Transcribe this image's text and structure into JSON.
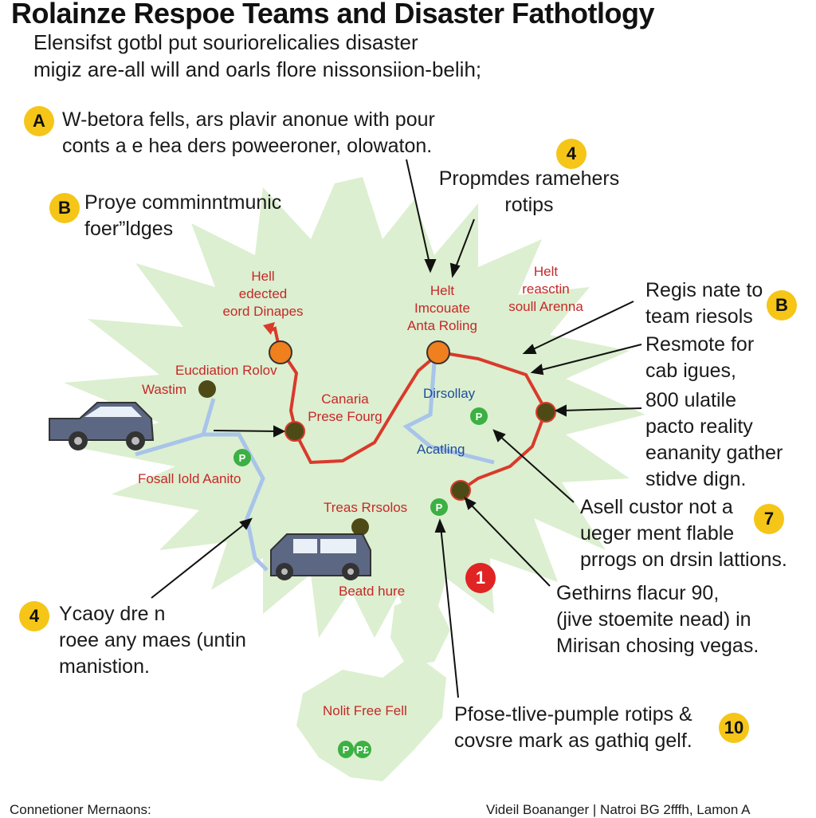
{
  "title": "Rolainze Respoe Teams and Disaster Fathotlogy",
  "subtitle": [
    "Elensifst gotbl put souriorelicalies disaster",
    "migiz are-all will and oarls flore nissonsiion-belih;"
  ],
  "callouts": {
    "a": {
      "badge": "A",
      "lines": [
        "W-betora fells, ars plavir anonue with pour",
        "conts a e hea ders poweeroner, olowaton."
      ]
    },
    "b_left": {
      "badge": "B",
      "lines": [
        "Proye comminntmunic",
        "foer”ldges"
      ]
    },
    "four_top": {
      "badge": "4",
      "lines": [
        "Propmdes ramehers",
        "rotips"
      ]
    },
    "b_right": {
      "badge": "B",
      "lines": [
        "Regis nate to",
        "team riesols"
      ]
    },
    "resmote": {
      "lines": [
        "Resmote for",
        "cab igues,"
      ]
    },
    "ulatile": {
      "lines": [
        "800 ulatile",
        "pacto reality",
        "eananity gather",
        "stidve dign."
      ]
    },
    "seven": {
      "badge": "7",
      "lines": [
        "Asell custor not a",
        "ueger ment flable",
        "prrogs on drsin lattions."
      ]
    },
    "one": {
      "badge": "1"
    },
    "gethirns": {
      "lines": [
        "Gethirns flacur 90,",
        "(jive stoemite nead) in",
        "Mirisan chosing vegas."
      ]
    },
    "four_left": {
      "badge": "4",
      "lines": [
        "Ycaoy dre n",
        "roee any maes (untin",
        "manistion."
      ]
    },
    "ten": {
      "badge": "10",
      "lines": [
        "Pfose-tlive-pumple rotips &",
        "covsre mark as gathiq gelf."
      ]
    }
  },
  "map_labels": {
    "red": [
      {
        "lines": [
          "Hell",
          "edected",
          "eord Dinapes"
        ]
      },
      {
        "lines": [
          "Helt",
          "Imcouate",
          "Anta Roling"
        ]
      },
      {
        "lines": [
          "Helt",
          "reasctin",
          "soull Arenna"
        ]
      },
      {
        "lines": [
          "Eucdiation Rolov"
        ]
      },
      {
        "lines": [
          "Wastim"
        ]
      },
      {
        "lines": [
          "Canaria",
          "Prese Fourg"
        ]
      },
      {
        "lines": [
          "Fosall Iold Aanito"
        ]
      },
      {
        "lines": [
          "Treas Rrsolos"
        ]
      },
      {
        "lines": [
          "Beatd hure"
        ]
      },
      {
        "lines": [
          "Nolit Free Fell"
        ]
      }
    ],
    "blue": [
      "Dirsollay",
      "Acatling"
    ],
    "pins": [
      "P",
      "P",
      "P",
      "P",
      "P£"
    ]
  },
  "footer": {
    "left": "Connetioner Mernaons:",
    "right": "Videil Boananger | Natroi BG 2fffh, Lamon A"
  },
  "colors": {
    "badge": "#f5c518",
    "badge_red": "#e02424",
    "route": "#d93a2b",
    "water": "#a9c4ea",
    "land": "#dcefd0"
  }
}
